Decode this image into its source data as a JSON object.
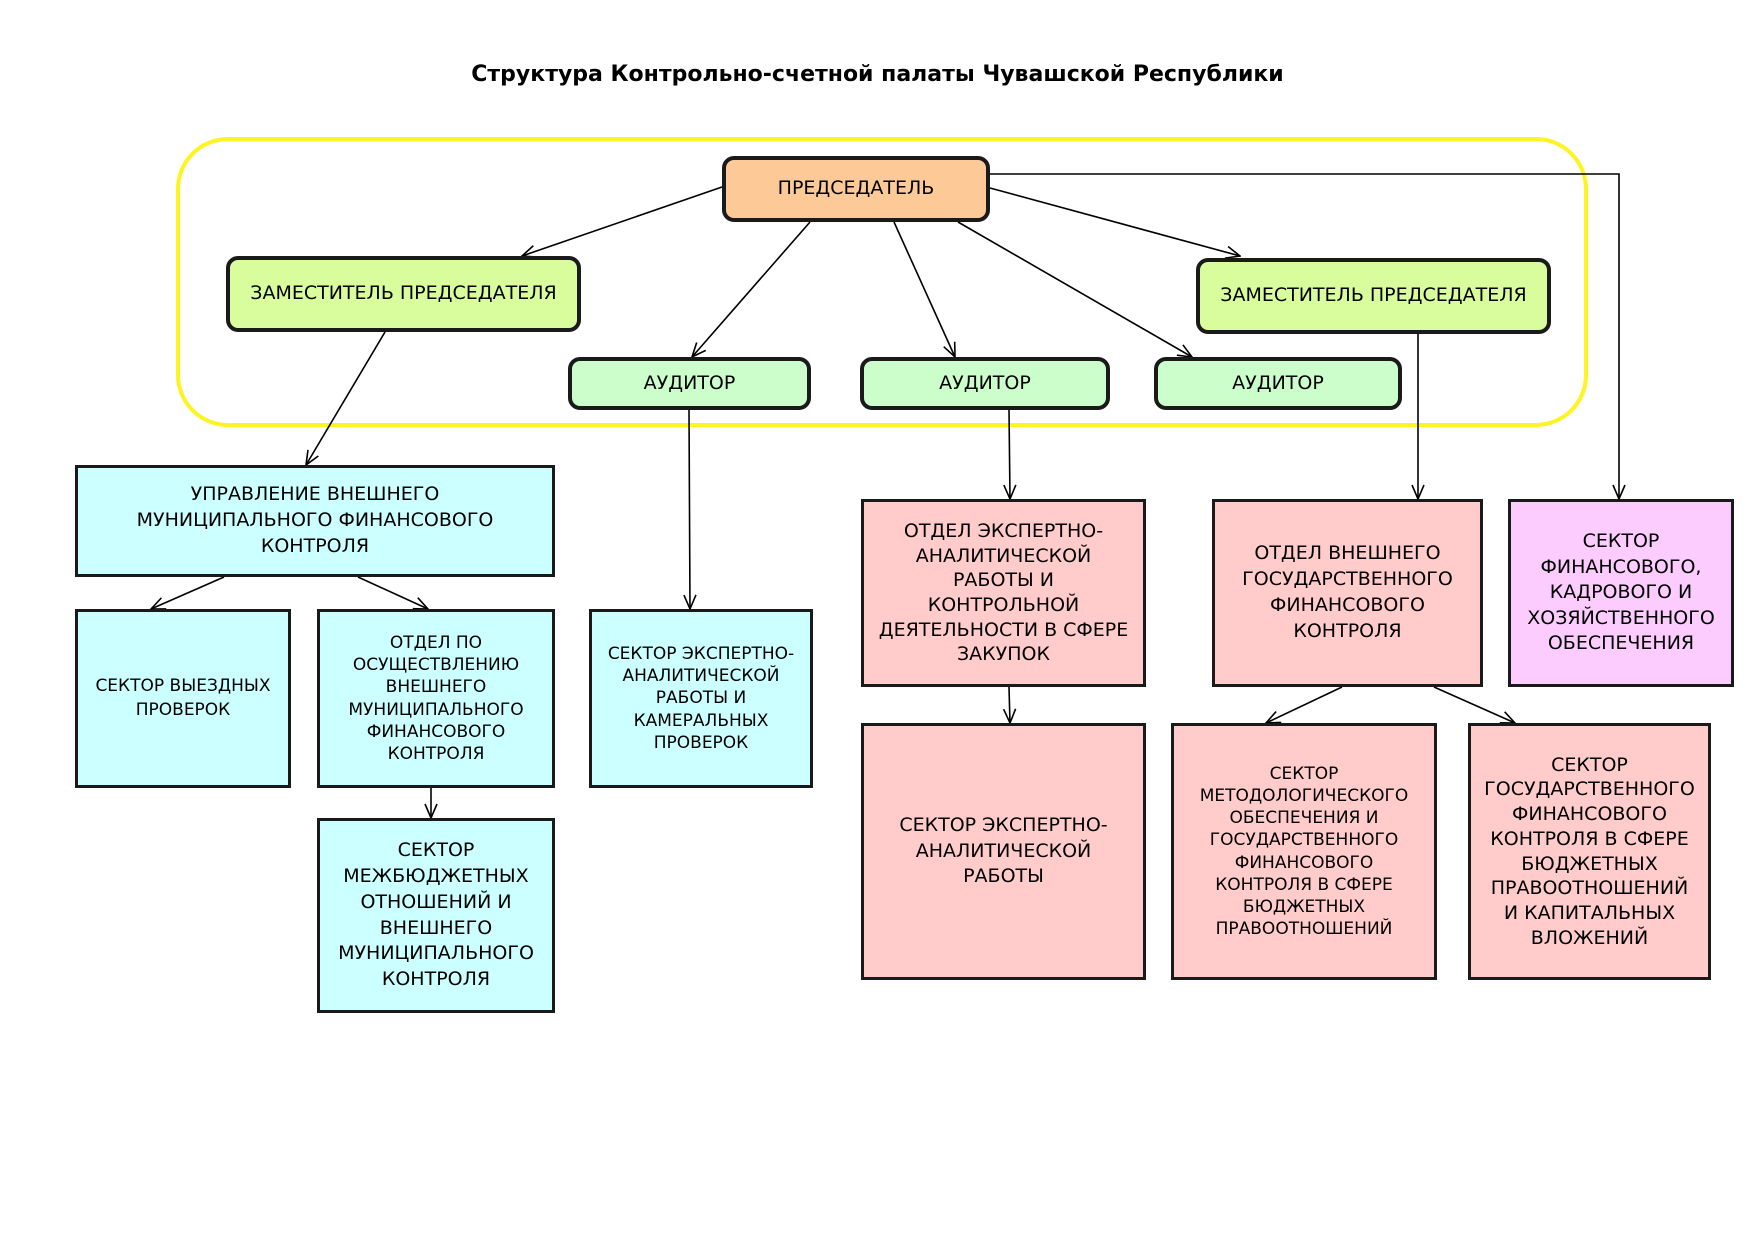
{
  "title": "Структура Контрольно-счетной палаты Чувашской Республики",
  "colors": {
    "chairman": "#fdca97",
    "deputy": "#d9fd9d",
    "auditor": "#ccfecc",
    "municipal_units": "#ccffff",
    "state_units": "#ffcccb",
    "finance_sector": "#fbccfd",
    "group_outline": "#fff321"
  },
  "nodes": {
    "chairman": "ПРЕДСЕДАТЕЛЬ",
    "deputy_left": "ЗАМЕСТИТЕЛЬ ПРЕДСЕДАТЕЛЯ",
    "deputy_right": "ЗАМЕСТИТЕЛЬ ПРЕДСЕДАТЕЛЯ",
    "auditor_1": "АУДИТОР",
    "auditor_2": "АУДИТОР",
    "auditor_3": "АУДИТОР",
    "municipal_control_directorate": "УПРАВЛЕНИЕ ВНЕШНЕГО\nМУНИЦИПАЛЬНОГО ФИНАНСОВОГО\nКОНТРОЛЯ",
    "field_inspections_sector": "СЕКТОР  ВЫЕЗДНЫХ\nПРОВЕРОК",
    "municipal_control_department": "ОТДЕЛ ПО\nОСУЩЕСТВЛЕНИЮ\nВНЕШНЕГО\nМУНИЦИПАЛЬНОГО\nФИНАНСОВОГО\nКОНТРОЛЯ",
    "interbudget_sector": "СЕКТОР\nМЕЖБЮДЖЕТНЫХ\nОТНОШЕНИЙ И\nВНЕШНЕГО\nМУНИЦИПАЛЬНОГО\nКОНТРОЛЯ",
    "expert_cameral_sector": "СЕКТОР ЭКСПЕРТНО-\nАНАЛИТИЧЕСКОЙ\nРАБОТЫ И\nКАМЕРАЛЬНЫХ\nПРОВЕРОК",
    "expert_procurement_department": "ОТДЕЛ ЭКСПЕРТНО-\nАНАЛИТИЧЕСКОЙ\nРАБОТЫ И\nКОНТРОЛЬНОЙ\nДЕЯТЕЛЬНОСТИ В СФЕРЕ\nЗАКУПОК",
    "expert_analytical_sector": "СЕКТОР ЭКСПЕРТНО-\nАНАЛИТИЧЕСКОЙ\nРАБОТЫ",
    "state_control_department": "ОТДЕЛ  ВНЕШНЕГО\nГОСУДАРСТВЕННОГО\nФИНАНСОВОГО\nКОНТРОЛЯ",
    "methodology_sector": "СЕКТОР\nМЕТОДОЛОГИЧЕСКОГО\nОБЕСПЕЧЕНИЯ И\nГОСУДАРСТВЕННОГО\nФИНАНСОВОГО\nКОНТРОЛЯ В СФЕРЕ\nБЮДЖЕТНЫХ\nПРАВООТНОШЕНИЙ",
    "state_budget_control_sector": "СЕКТОР\nГОСУДАРСТВЕННОГО\nФИНАНСОВОГО\nКОНТРОЛЯ В СФЕРЕ\nБЮДЖЕТНЫХ\nПРАВООТНОШЕНИЙ\nИ КАПИТАЛЬНЫХ\nВЛОЖЕНИЙ",
    "finance_hr_sector": "СЕКТОР\nФИНАНСОВОГО,\nКАДРОВОГО И\nХОЗЯЙСТВЕННОГО\nОБЕСПЕЧЕНИЯ"
  },
  "edges": [
    [
      "chairman",
      "deputy_left"
    ],
    [
      "chairman",
      "auditor_1"
    ],
    [
      "chairman",
      "auditor_2"
    ],
    [
      "chairman",
      "auditor_3"
    ],
    [
      "chairman",
      "deputy_right"
    ],
    [
      "chairman",
      "finance_hr_sector"
    ],
    [
      "deputy_left",
      "municipal_control_directorate"
    ],
    [
      "municipal_control_directorate",
      "field_inspections_sector"
    ],
    [
      "municipal_control_directorate",
      "municipal_control_department"
    ],
    [
      "municipal_control_department",
      "interbudget_sector"
    ],
    [
      "auditor_1",
      "expert_cameral_sector"
    ],
    [
      "auditor_2",
      "expert_procurement_department"
    ],
    [
      "expert_procurement_department",
      "expert_analytical_sector"
    ],
    [
      "deputy_right",
      "state_control_department"
    ],
    [
      "state_control_department",
      "methodology_sector"
    ],
    [
      "state_control_department",
      "state_budget_control_sector"
    ]
  ]
}
